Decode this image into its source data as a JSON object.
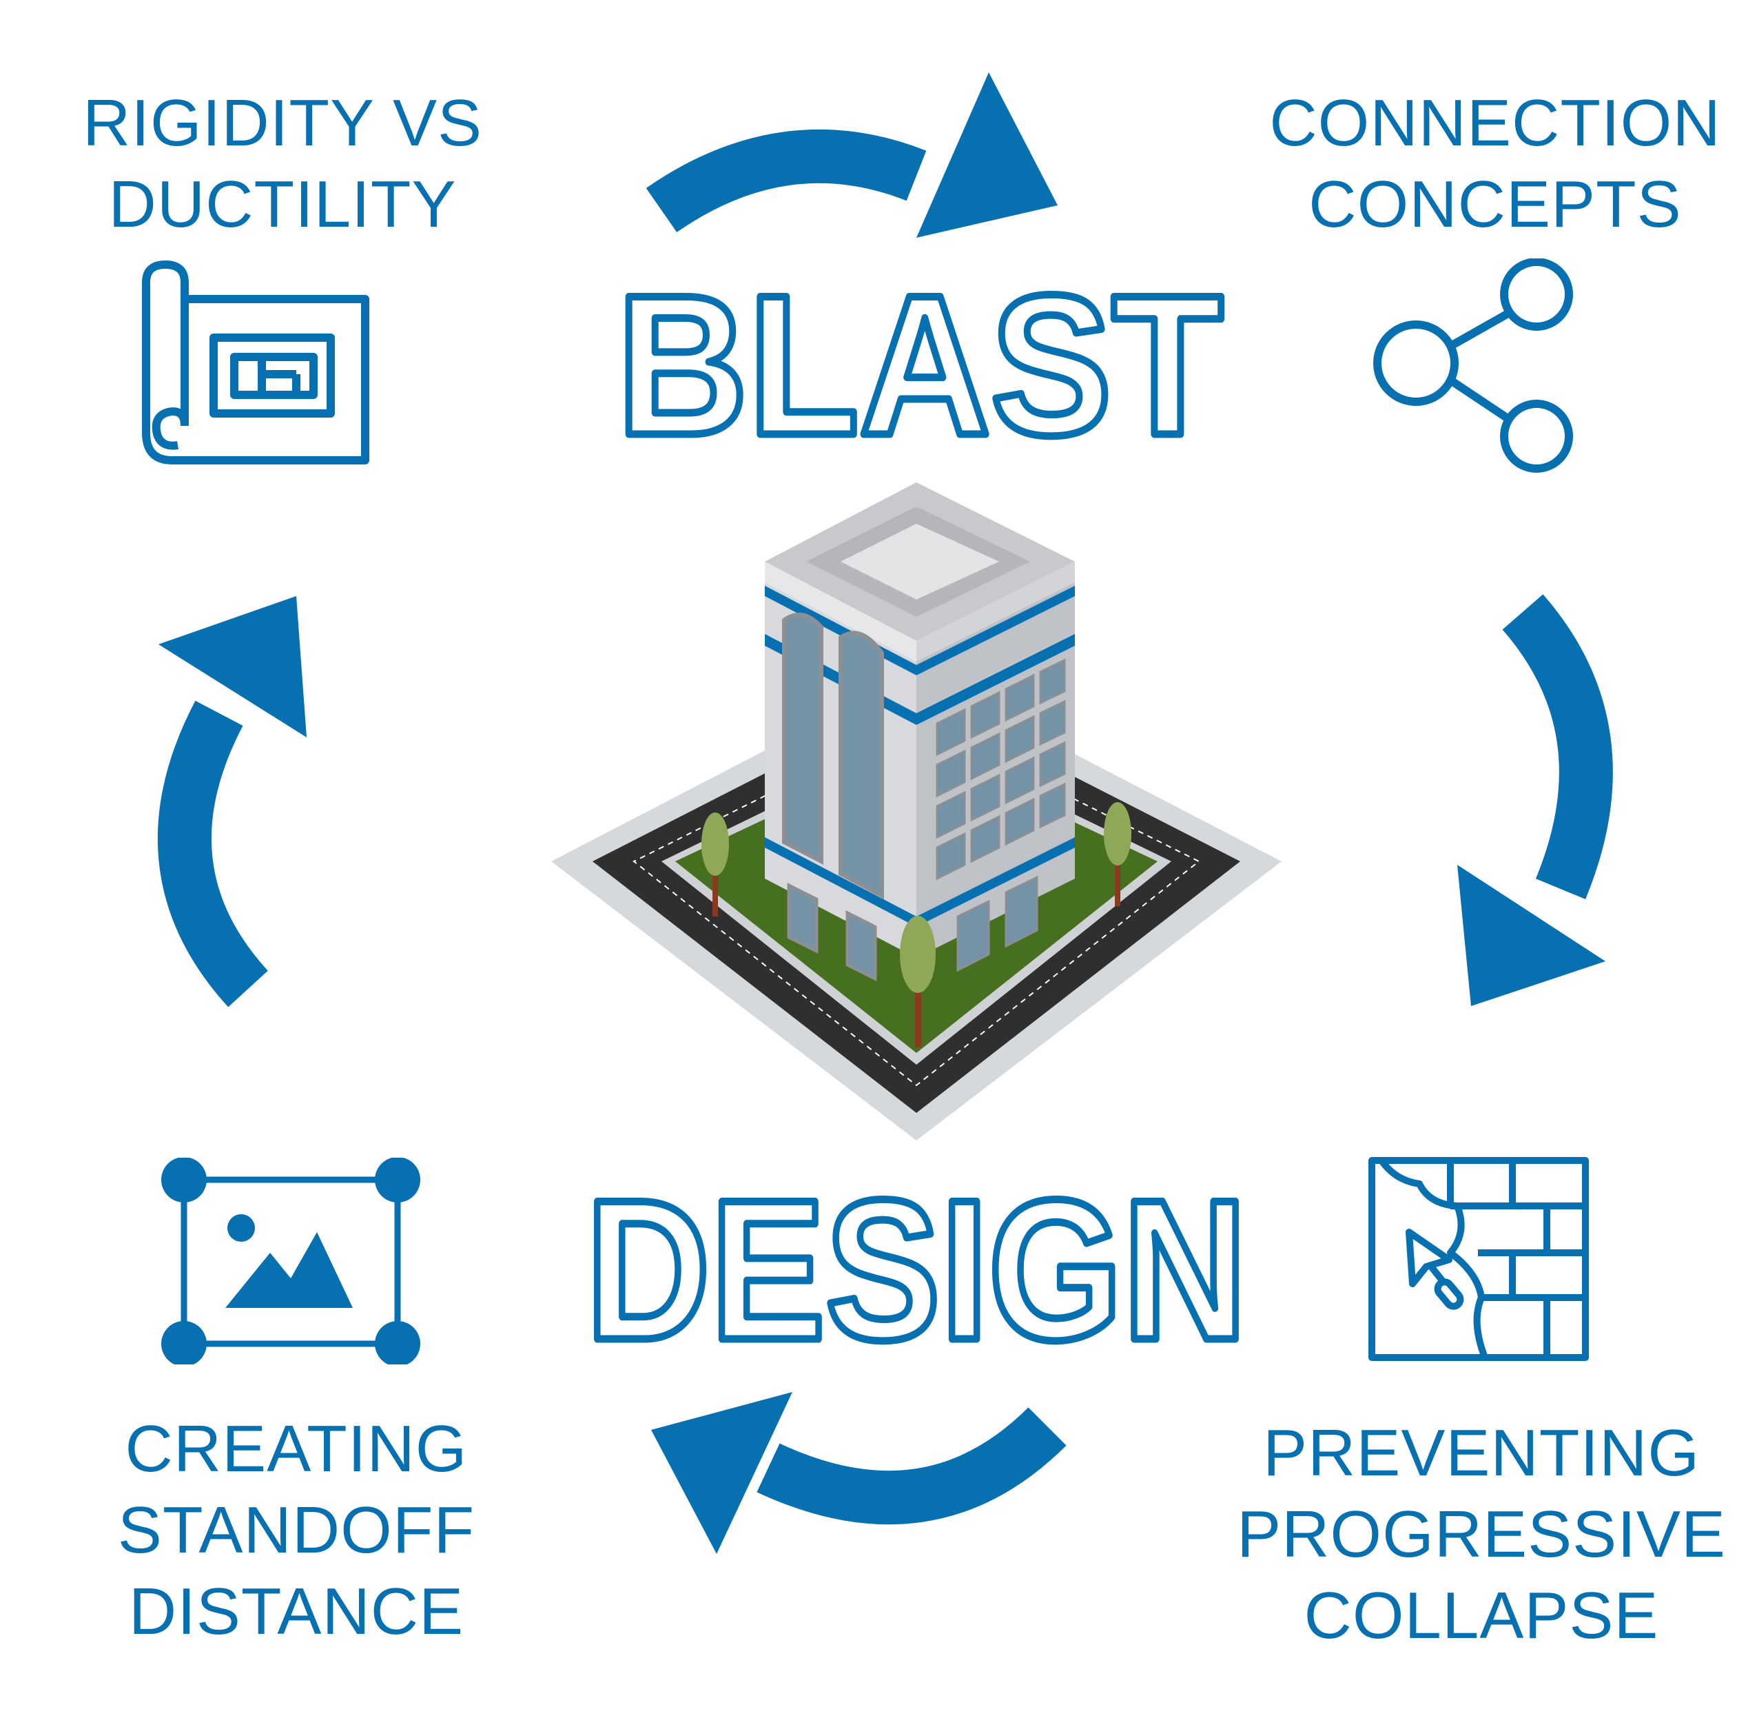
{
  "title": {
    "top_word": "BLAST",
    "bottom_word": "DESIGN"
  },
  "topics": {
    "top_left": {
      "lines": [
        "RIGIDITY VS",
        "DUCTILITY"
      ],
      "icon": "blueprint-icon"
    },
    "top_right": {
      "lines": [
        "CONNECTION",
        "CONCEPTS"
      ],
      "icon": "share-nodes-icon"
    },
    "bottom_right": {
      "lines": [
        "PREVENTING",
        "PROGRESSIVE",
        "COLLAPSE"
      ],
      "icon": "brick-wall-trowel-icon"
    },
    "bottom_left": {
      "lines": [
        "CREATING",
        "STANDOFF",
        "DISTANCE"
      ],
      "icon": "image-frame-icon"
    }
  },
  "colors": {
    "brand_blue": "#0770b0",
    "white": "#ffffff",
    "road": "#2f2f2f",
    "grass": "#46701f",
    "building": "#e4e4e6",
    "glass": "#7593a7"
  }
}
